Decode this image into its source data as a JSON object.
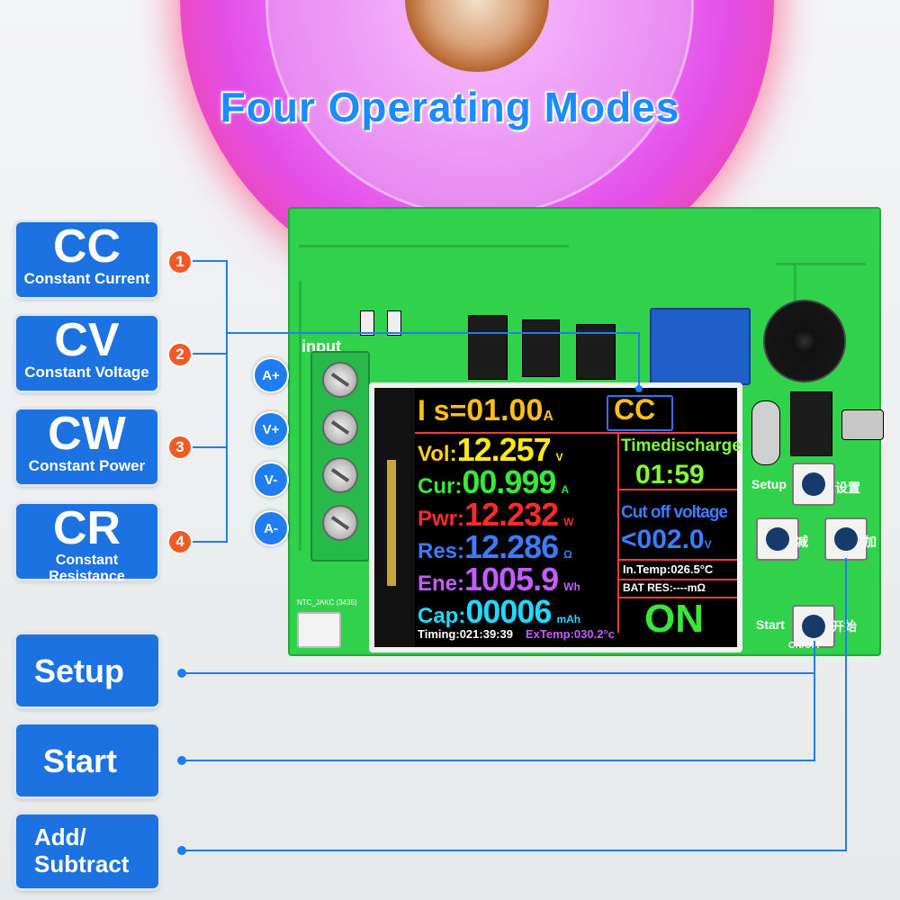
{
  "title": "Four Operating Modes",
  "modes": [
    {
      "abbr": "CC",
      "name": "Constant Current",
      "num": "1"
    },
    {
      "abbr": "CV",
      "name": "Constant Voltage",
      "num": "2"
    },
    {
      "abbr": "CW",
      "name": "Constant Power",
      "num": "3"
    },
    {
      "abbr": "CR",
      "name": "Constant Resistance",
      "num": "4"
    }
  ],
  "actions": {
    "setup": "Setup",
    "start": "Start",
    "add_line1": "Add/",
    "add_line2": "Subtract"
  },
  "terminals": [
    "A+",
    "V+",
    "V-",
    "A-"
  ],
  "pcb": {
    "input_label": "input",
    "ntc_label": "NTC_JAKC (3435)",
    "setup_text": "Setup",
    "setup_cn": "设置",
    "minus_cn": "减",
    "plus_cn": "加",
    "start_text": "Start",
    "start_cn": "开始",
    "onoff": "ON/OFF"
  },
  "lcd": {
    "is_label": "I s=",
    "is_value": "01.00",
    "is_unit": "A",
    "mode": "CC",
    "rows": [
      {
        "label": "Vol",
        "value": "12.257",
        "unit": "V",
        "label_color": "#ffd21a",
        "value_color": "#ffe81a"
      },
      {
        "label": "Cur",
        "value": "00.999",
        "unit": "A",
        "label_color": "#39e639",
        "value_color": "#39e639"
      },
      {
        "label": "Pwr",
        "value": "12.232",
        "unit": "W",
        "label_color": "#ff2a2a",
        "value_color": "#ff2a2a"
      },
      {
        "label": "Res",
        "value": "12.286",
        "unit": "Ω",
        "label_color": "#3d7bff",
        "value_color": "#3d7bff"
      },
      {
        "label": "Ene",
        "value": "1005.9",
        "unit": "Wh",
        "label_color": "#c45cff",
        "value_color": "#c45cff"
      },
      {
        "label": "Cap",
        "value": "00006",
        "unit": "mAh",
        "label_color": "#22d8ff",
        "value_color": "#22d8ff"
      }
    ],
    "timing": "Timing:021:39:39",
    "extemp": "ExTemp:030.2°c",
    "timedischarge_label": "Timedischarge",
    "timedischarge_value": "01:59",
    "cutoff_label": "Cut off voltage",
    "cutoff_value": "<002.0",
    "cutoff_unit": "V",
    "intemp": "In.Temp:026.5°C",
    "batres": "BAT RES:----mΩ",
    "status": "ON"
  },
  "colors": {
    "accent": "#1b72e0",
    "badge": "#f15a24",
    "pcb": "#2fd24a"
  }
}
